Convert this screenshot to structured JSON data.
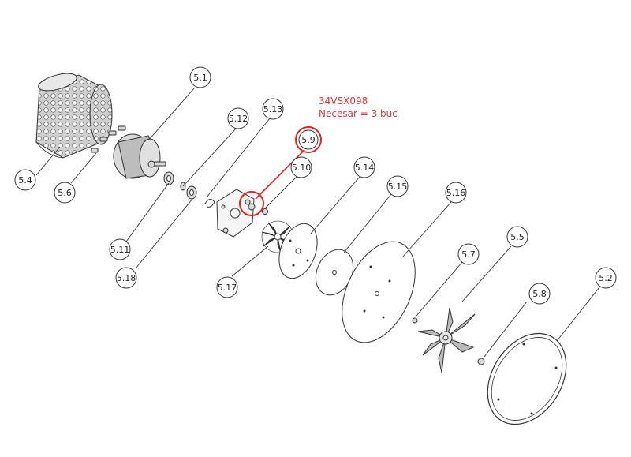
{
  "note": {
    "code": "34VSX098",
    "quantity": "Necesar = 3 buc",
    "color": "#d93a3a"
  },
  "callouts": {
    "c5_1": "5.1",
    "c5_2": "5.2",
    "c5_4": "5.4",
    "c5_5": "5.5",
    "c5_6": "5.6",
    "c5_7": "5.7",
    "c5_8": "5.8",
    "c5_9": "5.9",
    "c5_10": "5.10",
    "c5_11": "5.11",
    "c5_12": "5.12",
    "c5_13": "5.13",
    "c5_14": "5.14",
    "c5_15": "5.15",
    "c5_16": "5.16",
    "c5_17": "5.17",
    "c5_18": "5.18"
  },
  "highlight_color": "#e02424"
}
